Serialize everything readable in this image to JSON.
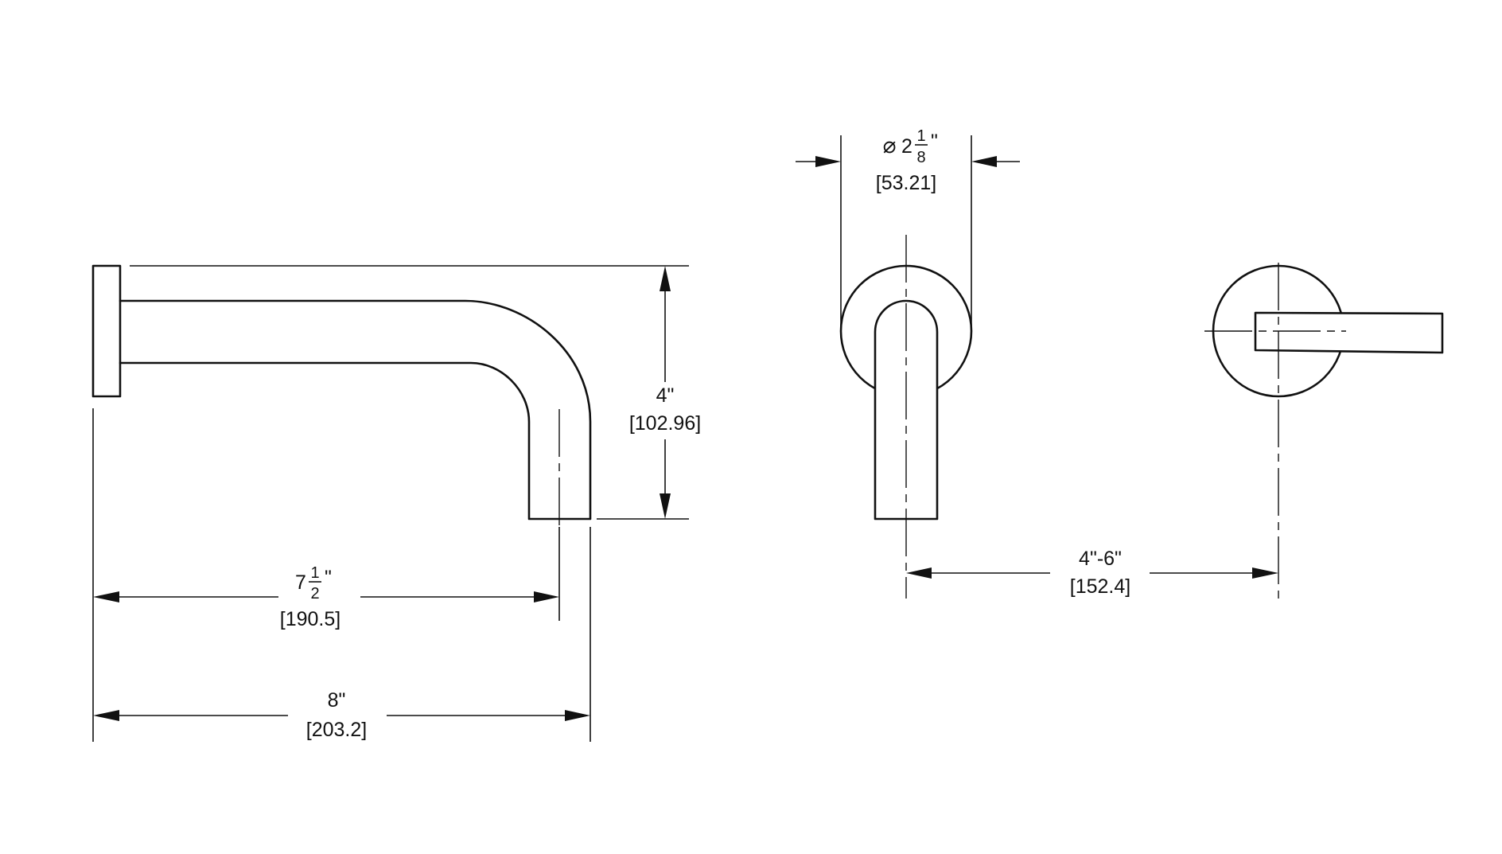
{
  "dimensions": {
    "height": {
      "value": "4\"",
      "metric": "[102.96]"
    },
    "inner_length": {
      "whole": "7",
      "numerator": "1",
      "denominator": "2",
      "unit": "\"",
      "metric": "[190.5]"
    },
    "overall_length": {
      "value": "8\"",
      "metric": "[203.2]"
    },
    "flange_diameter": {
      "symbol": "⌀",
      "whole": "2",
      "numerator": "1",
      "denominator": "8",
      "unit": "\"",
      "metric": "[53.21]"
    },
    "center_spacing": {
      "value": "4\"-6\"",
      "metric": "[152.4]"
    }
  },
  "colors": {
    "line": "#111111",
    "background": "#ffffff"
  }
}
